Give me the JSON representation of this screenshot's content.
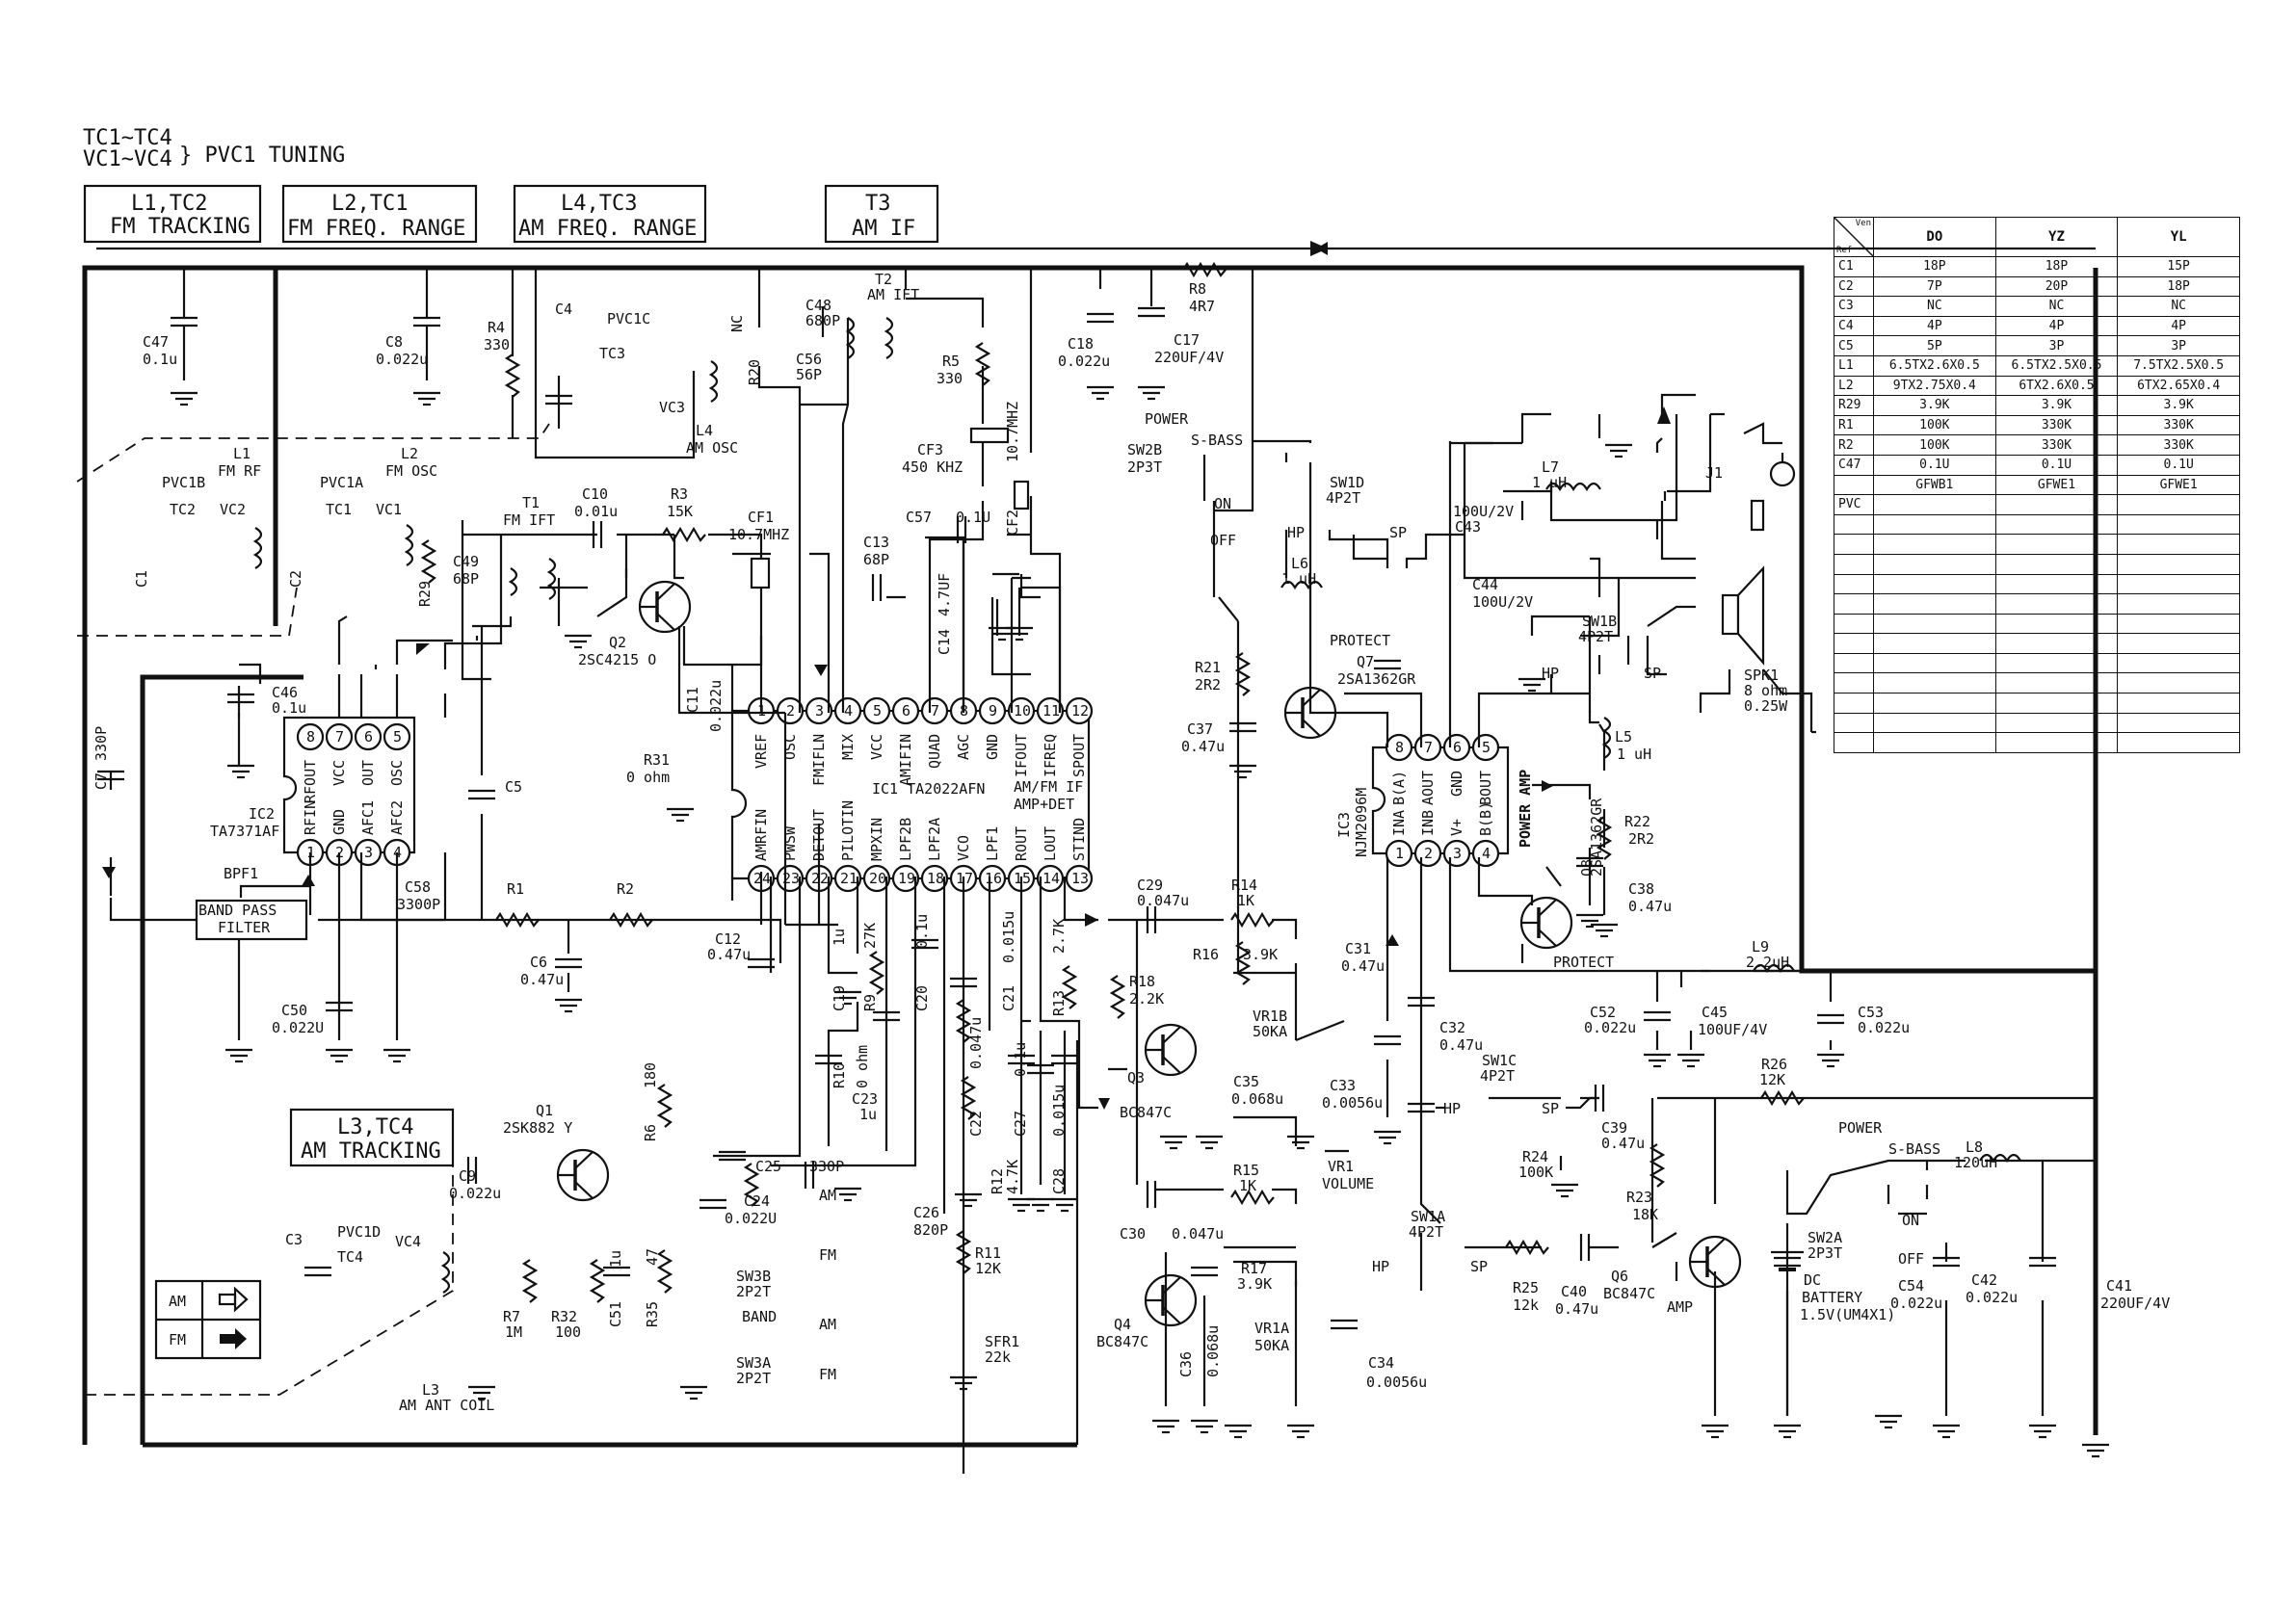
{
  "tuning_note": {
    "line1": "TC1~TC4",
    "line2": "VC1~VC4",
    "suffix": "} PVC1 TUNING"
  },
  "adjust_boxes": [
    {
      "l1": "L1,TC2",
      "l2": "FM TRACKING"
    },
    {
      "l1": "L2,TC1",
      "l2": "FM FREQ. RANGE"
    },
    {
      "l1": "L4,TC3",
      "l2": "AM FREQ. RANGE"
    },
    {
      "l1": "T3",
      "l2": "AM IF"
    },
    {
      "l1": "L3,TC4",
      "l2": "AM TRACKING"
    }
  ],
  "legend": {
    "am": "AM",
    "fm": "FM"
  },
  "ic_labels": {
    "ic1": "IC1  TA2022AFN",
    "ic1_sub1": "AM/FM IF",
    "ic1_sub2": "AMP+DET",
    "ic2": "IC2",
    "ic2_part": "TA7371AF",
    "ic3": "IC3",
    "ic3_part": "NJM2096M",
    "power_amp": "POWER AMP"
  },
  "ic1_top_pins": [
    {
      "n": "1",
      "f": "VREF"
    },
    {
      "n": "2",
      "f": "OSC"
    },
    {
      "n": "3",
      "f": "FMIFLN"
    },
    {
      "n": "4",
      "f": "MIX"
    },
    {
      "n": "5",
      "f": "VCC"
    },
    {
      "n": "6",
      "f": "AMIFIN"
    },
    {
      "n": "7",
      "f": "QUAD"
    },
    {
      "n": "8",
      "f": "AGC"
    },
    {
      "n": "9",
      "f": "GND"
    },
    {
      "n": "10",
      "f": "IFOUT"
    },
    {
      "n": "11",
      "f": "IFREQ"
    },
    {
      "n": "12",
      "f": "SPOUT"
    }
  ],
  "ic1_bottom_pins": [
    {
      "n": "24",
      "f": "AMRFIN"
    },
    {
      "n": "23",
      "f": "PWSW"
    },
    {
      "n": "22",
      "f": "DETOUT"
    },
    {
      "n": "21",
      "f": "PILOTIN"
    },
    {
      "n": "20",
      "f": "MPXIN"
    },
    {
      "n": "19",
      "f": "LPF2B"
    },
    {
      "n": "18",
      "f": "LPF2A"
    },
    {
      "n": "17",
      "f": "VCO"
    },
    {
      "n": "16",
      "f": "LPF1"
    },
    {
      "n": "15",
      "f": "ROUT"
    },
    {
      "n": "14",
      "f": "LOUT"
    },
    {
      "n": "13",
      "f": "STIND"
    }
  ],
  "ic2_top_pins": [
    {
      "n": "8",
      "f": "RFOUT"
    },
    {
      "n": "7",
      "f": "VCC"
    },
    {
      "n": "6",
      "f": "OUT"
    },
    {
      "n": "5",
      "f": "OSC"
    }
  ],
  "ic2_bottom_pins": [
    {
      "n": "1",
      "f": "RFIN"
    },
    {
      "n": "2",
      "f": "GND"
    },
    {
      "n": "3",
      "f": "AFC1"
    },
    {
      "n": "4",
      "f": "AFC2"
    }
  ],
  "ic3_top_pins": [
    {
      "n": "8",
      "f": "B(A)"
    },
    {
      "n": "7",
      "f": "AOUT"
    },
    {
      "n": "6",
      "f": "GND"
    },
    {
      "n": "5",
      "f": "BOUT"
    }
  ],
  "ic3_bottom_pins": [
    {
      "n": "1",
      "f": "INA"
    },
    {
      "n": "2",
      "f": "INB"
    },
    {
      "n": "3",
      "f": "V+"
    },
    {
      "n": "4",
      "f": "B(B)"
    }
  ],
  "components": {
    "c47": "C47",
    "c47v": "0.1u",
    "c8": "C8",
    "c8v": "0.022u",
    "r4": "R4",
    "r4v": "330",
    "c4": "C4",
    "pvc1c": "PVC1C",
    "tc3": "TC3",
    "vc3": "VC3",
    "l4": "L4",
    "l4v": "AM OSC",
    "nc": "NC",
    "r20": "R20",
    "c48": "C48",
    "c48v": "680P",
    "c56": "C56",
    "c56v": "56P",
    "t2": "T2",
    "t2v": "AM IFT",
    "r5": "R5",
    "r5v": "330",
    "cf3": "CF3",
    "cf3v": "450 KHZ",
    "c18": "C18",
    "c18v": "0.022u",
    "c17": "C17",
    "c17v": "220UF/4V",
    "r8": "R8",
    "r8v": "4R7",
    "xtal": "10.7MHZ",
    "cf2": "CF2",
    "c57": "C57",
    "c57v": "0.1U",
    "c13": "C13",
    "c13v": "68P",
    "c14": "C14",
    "c14v": "4.7UF",
    "l1": "L1",
    "l1v": "FM RF",
    "l2": "L2",
    "l2v": "FM OSC",
    "pvc1b": "PVC1B",
    "pvc1a": "PVC1A",
    "tc2": "TC2",
    "vc2": "VC2",
    "tc1": "TC1",
    "vc1": "VC1",
    "c1": "C1",
    "c2": "C2",
    "r29": "R29",
    "t1": "T1",
    "t1v": "FM IFT",
    "c49": "C49",
    "c49v": "68P",
    "c10": "C10",
    "c10v": "0.01u",
    "r3": "R3",
    "r3v": "15K",
    "cf1": "CF1",
    "cf1v": "10.7MHZ",
    "q2": "Q2",
    "q2v": "2SC4215  O",
    "c11": "C11",
    "c11v": "0.022u",
    "r31": "R31",
    "r31v": "0 ohm",
    "c46": "C46",
    "c46v": "0.1u",
    "c7": "C7",
    "c7v": "330P",
    "c5": "C5",
    "bpf1": "BPF1",
    "bpf_l1": "BAND PASS",
    "bpf_l2": "FILTER",
    "c58": "C58",
    "c58v": "3300P",
    "r1": "R1",
    "r2": "R2",
    "c6": "C6",
    "c6v": "0.47u",
    "c50": "C50",
    "c50v": "0.022U",
    "c12": "C12",
    "c12v": "0.47u",
    "c19": "C19",
    "c19v": "1u",
    "r9": "R9",
    "r9v": "27K",
    "c20": "C20",
    "c20v": "0.1u",
    "r10": "R10",
    "r10v": "0 ohm",
    "c23": "C23",
    "c23v": "1u",
    "c21": "C21",
    "c21v": "0.015u",
    "r13": "R13",
    "r13v": "2.7K",
    "c22": "C22",
    "c22v": "0.047u",
    "c27": "C27",
    "c27v": "0.1u",
    "c28": "C28",
    "c28v": "0.015u",
    "r12": "R12",
    "r12v": "4.7K",
    "q1": "Q1",
    "q1v": "2SK882 Y",
    "r6": "R6",
    "r6v": "180",
    "c9": "C9",
    "c9v": "0.022u",
    "c3": "C3",
    "pvc1d": "PVC1D",
    "tc4": "TC4",
    "vc4": "VC4",
    "r7": "R7",
    "r7v": "1M",
    "r32": "R32",
    "r32v": "100",
    "c51": "C51",
    "c51v": "1u",
    "r35": "R35",
    "r35v": "47",
    "l3": "L3",
    "l3v": "AM ANT COIL",
    "c25": "C25",
    "c25v": "330P",
    "c24": "C24",
    "c24v": "0.022U",
    "am": "AM",
    "fm": "FM",
    "sw3b": "SW3B",
    "sw3bv": "2P2T",
    "band": "BAND",
    "sw3a": "SW3A",
    "sw3av": "2P2T",
    "c26": "C26",
    "c26v": "820P",
    "r11": "R11",
    "r11v": "12K",
    "sfr1": "SFR1",
    "sfr1v": "22k",
    "power": "POWER",
    "sbass": "S-BASS",
    "sw2b": "SW2B",
    "sw2bv": "2P3T",
    "on": "ON",
    "off": "OFF",
    "sw1d": "SW1D",
    "sw1dv": "4P2T",
    "hp": "HP",
    "sp": "SP",
    "l7": "L7",
    "l7v": "1 uH",
    "j1": "J1",
    "c43": "C43",
    "c44": "C44",
    "c43v": "100U/2V",
    "c44v": "100U/2V",
    "l6": "L6",
    "l6v": "1 uH",
    "sw1b": "SW1B",
    "sw1bv": "4P2T",
    "spk1": "SPK1",
    "spk1v": "8 ohm",
    "spk1w": "0.25W",
    "protect": "PROTECT",
    "q7": "Q7",
    "q7v": "2SA1362GR",
    "r21": "R21",
    "r21v": "2R2",
    "c37": "C37",
    "c37v": "0.47u",
    "l5": "L5",
    "l5v": "1 uH",
    "q8": "Q8",
    "q8v": "2SA1362GR",
    "r22": "R22",
    "r22v": "2R2",
    "c38": "C38",
    "c38v": "0.47u",
    "c29": "C29",
    "c29v": "0.047u",
    "r14": "R14",
    "r14v": "1K",
    "r16": "R16",
    "r16v": "3.9K",
    "r18": "R18",
    "r18v": "2.2K",
    "vr1b": "VR1B",
    "vr1bv": "50KA",
    "c31": "C31",
    "c31v": "0.47u",
    "c32": "C32",
    "c32v": "0.47u",
    "l9": "L9",
    "l9v": "2.2uH",
    "c52": "C52",
    "c52v": "0.022u",
    "c45": "C45",
    "c45v": "100UF/4V",
    "c53": "C53",
    "c53v": "0.022u",
    "q3": "Q3",
    "q3v": "BC847C",
    "c35": "C35",
    "c35v": "0.068u",
    "c33": "C33",
    "c33v": "0.0056u",
    "vr1": "VR1",
    "volume": "VOLUME",
    "sw1c": "SW1C",
    "sw1cv": "4P2T",
    "c39": "C39",
    "c39v": "0.47u",
    "r26": "R26",
    "r26v": "12K",
    "r24": "R24",
    "r24v": "100K",
    "r23": "R23",
    "r23v": "18K",
    "r15": "R15",
    "r15v": "1K",
    "c30": "C30",
    "c30v": "0.047u",
    "r17": "R17",
    "r17v": "3.9K",
    "q4": "Q4",
    "q4v": "BC847C",
    "c36": "C36",
    "c36v": "0.068u",
    "vr1a": "VR1A",
    "vr1av": "50KA",
    "c34": "C34",
    "c34v": "0.0056u",
    "sw1a": "SW1A",
    "sw1av": "4P2T",
    "r25": "R25",
    "r25v": "12k",
    "c40": "C40",
    "c40v": "0.47u",
    "q6": "Q6",
    "q6v": "BC847C",
    "amp": "AMP",
    "sw2a": "SW2A",
    "sw2av": "2P3T",
    "l8": "L8",
    "l8v": "120uH",
    "dc": "DC",
    "battery": "BATTERY",
    "batv": "1.5V(UM4X1)",
    "c54": "C54",
    "c54v": "0.022u",
    "c42": "C42",
    "c42v": "0.022u",
    "c41": "C41",
    "c41v": "220UF/4V"
  },
  "table": {
    "corner_top": "Ven",
    "corner_bottom": "Ref",
    "headers": [
      "DO",
      "YZ",
      "YL"
    ],
    "rows": [
      {
        "ref": "C1",
        "v": [
          "18P",
          "18P",
          "15P"
        ]
      },
      {
        "ref": "C2",
        "v": [
          "7P",
          "20P",
          "18P"
        ]
      },
      {
        "ref": "C3",
        "v": [
          "NC",
          "NC",
          "NC"
        ]
      },
      {
        "ref": "C4",
        "v": [
          "4P",
          "4P",
          "4P"
        ]
      },
      {
        "ref": "C5",
        "v": [
          "5P",
          "3P",
          "3P"
        ]
      },
      {
        "ref": "L1",
        "v": [
          "6.5TX2.6X0.5",
          "6.5TX2.5X0.5",
          "7.5TX2.5X0.5"
        ]
      },
      {
        "ref": "L2",
        "v": [
          "9TX2.75X0.4",
          "6TX2.6X0.5",
          "6TX2.65X0.4"
        ]
      },
      {
        "ref": "R29",
        "v": [
          "3.9K",
          "3.9K",
          "3.9K"
        ]
      },
      {
        "ref": "R1",
        "v": [
          "100K",
          "330K",
          "330K"
        ]
      },
      {
        "ref": "R2",
        "v": [
          "100K",
          "330K",
          "330K"
        ]
      },
      {
        "ref": "C47",
        "v": [
          "0.1U",
          "0.1U",
          "0.1U"
        ]
      },
      {
        "ref": "",
        "v": [
          "GFWB1",
          "GFWE1",
          "GFWE1"
        ]
      },
      {
        "ref": "PVC",
        "v": [
          "",
          "",
          ""
        ]
      },
      {
        "ref": "",
        "v": [
          "",
          "",
          ""
        ]
      },
      {
        "ref": "",
        "v": [
          "",
          "",
          ""
        ]
      },
      {
        "ref": "",
        "v": [
          "",
          "",
          ""
        ]
      },
      {
        "ref": "",
        "v": [
          "",
          "",
          ""
        ]
      },
      {
        "ref": "",
        "v": [
          "",
          "",
          ""
        ]
      },
      {
        "ref": "",
        "v": [
          "",
          "",
          ""
        ]
      },
      {
        "ref": "",
        "v": [
          "",
          "",
          ""
        ]
      },
      {
        "ref": "",
        "v": [
          "",
          "",
          ""
        ]
      },
      {
        "ref": "",
        "v": [
          "",
          "",
          ""
        ]
      },
      {
        "ref": "",
        "v": [
          "",
          "",
          ""
        ]
      },
      {
        "ref": "",
        "v": [
          "",
          "",
          ""
        ]
      },
      {
        "ref": "",
        "v": [
          "",
          "",
          ""
        ]
      }
    ]
  }
}
